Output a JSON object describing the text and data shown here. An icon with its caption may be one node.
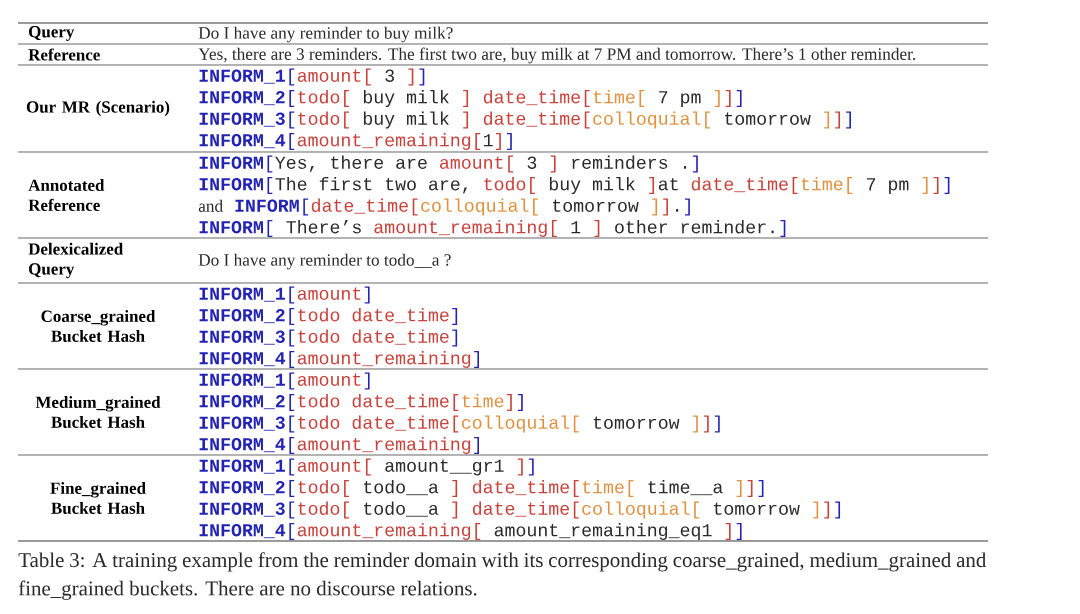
{
  "diagram": {
    "caption": "Table 3: A training example from the reminder domain with its corresponding coarse_grained, medium_grained and fine_grained buckets. There are no discourse relations.",
    "labels": [
      "Query",
      "Do I have any reminder to buy milk?",
      "Reference",
      "Yes, there are 3 reminders. The first two are, buy milk at 7 PM and tomorrow. There’s 1 other reminder.",
      "Our MR (Scenario)",
      "**INFORM_1**[",
      "amount[",
      "3",
      "]",
      "]",
      "**INFORM_2**[",
      "todo[",
      "buy milk",
      "]",
      "date_time[",
      "time[",
      "7 pm",
      "]",
      "]",
      "]",
      "**INFORM_3**[",
      "todo[",
      "buy milk",
      "]",
      "date_time[",
      "colloquial[",
      "tomorrow",
      "]",
      "]",
      "]",
      "**INFORM_4**[",
      "amount_remaining[",
      "1",
      "]",
      "]",
      "Annotated Reference",
      "**INFORM**[",
      "Yes, there are",
      "amount[",
      "3",
      "]",
      "reminders .",
      "]",
      "**INFORM**[",
      "The first two are,",
      "todo[",
      "buy milk",
      "]",
      "at",
      "date_time[",
      "time[",
      "7 pm",
      "]",
      "]",
      "]",
      "and",
      "**INFORM**[",
      "date_time[",
      "colloquial[",
      "tomorrow",
      "]",
      "]",
      ".",
      "]",
      "**INFORM**[",
      "There’s",
      "amount_remaining[",
      "1",
      "]",
      "other reminder.",
      "]",
      "Delexicalized Query",
      "Do I have any reminder to todo__a ?",
      "Coarse_grained Bucket Hash",
      "**INFORM_1**[",
      "amount",
      "]",
      "**INFORM_2**[",
      "todo date_time",
      "]",
      "**INFORM_3**[",
      "todo date_time",
      "]",
      "**INFORM_4**[",
      "amount_remaining",
      "]",
      "Medium_grained Bucket Hash",
      "**INFORM_1**[",
      "amount",
      "]",
      "**INFORM_2**[",
      "todo date_time[",
      "time",
      "]",
      "]",
      "**INFORM_3**[",
      "todo date_time[",
      "colloquial[",
      "tomorrow",
      "]",
      "]",
      "]",
      "**INFORM_4**[",
      "amount_remaining",
      "]",
      "Fine_grained Bucket Hash",
      "**INFORM_1**[",
      "amount[",
      "amount__gr1",
      "]",
      "]",
      "**INFORM_2**[",
      "todo[",
      "todo__a",
      "]",
      "date_time[",
      "time[",
      "time__a",
      "]",
      "]",
      "]",
      "**INFORM_3**[",
      "todo[",
      "todo__a",
      "]",
      "date_time[",
      "colloquial[",
      "tomorrow",
      "]",
      "]",
      "]",
      "**INFORM_4**[",
      "amount_remaining[",
      "amount_remaining_eq1",
      "]",
      "]"
    ]
  }
}
